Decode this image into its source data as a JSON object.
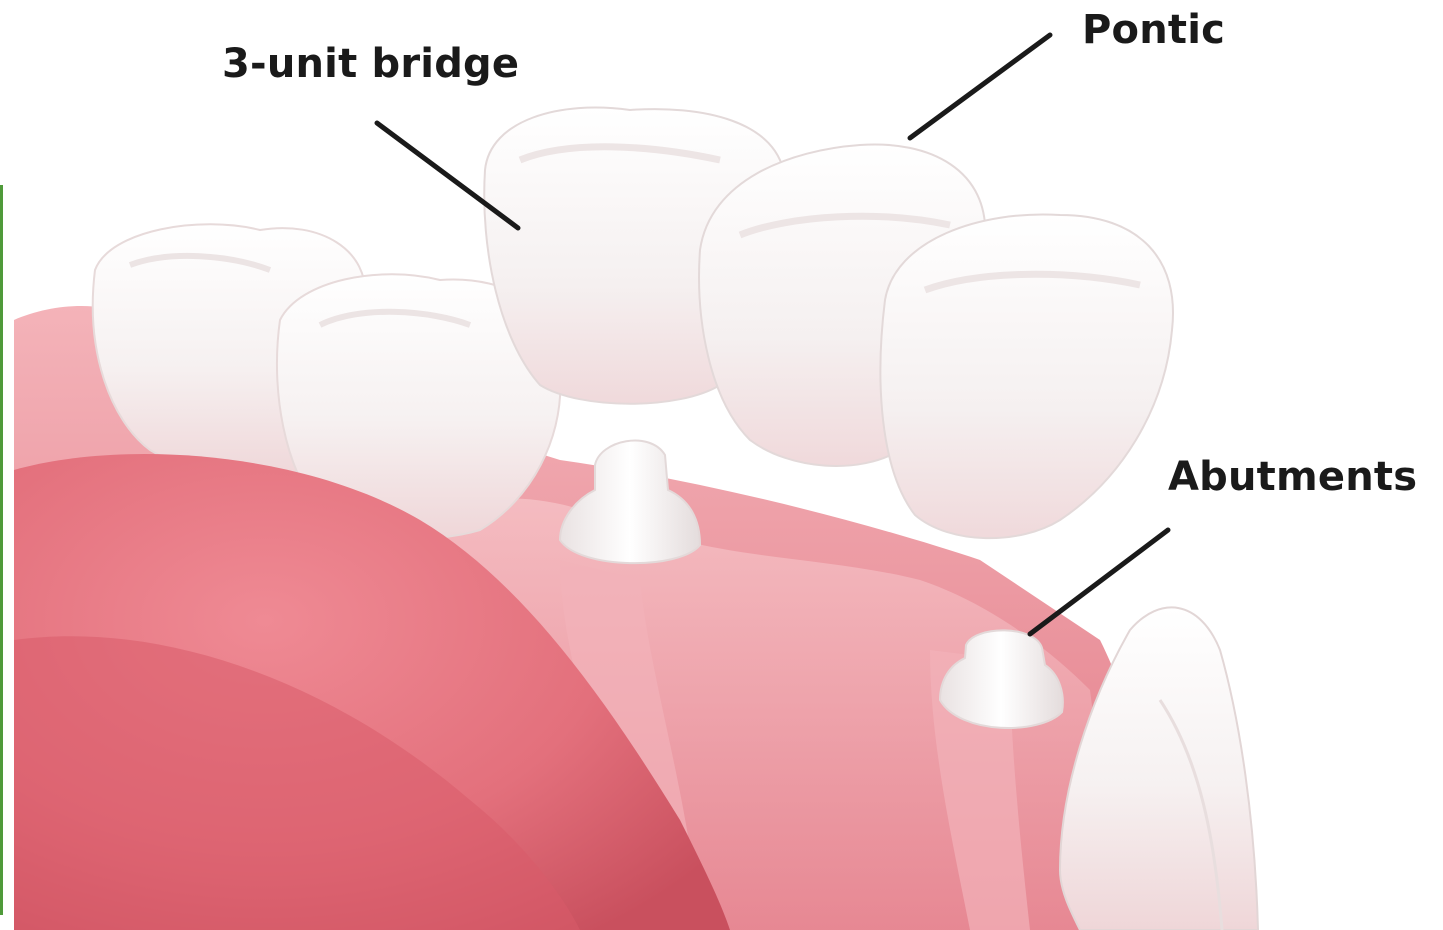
{
  "labels": {
    "bridge": "3-unit bridge",
    "pontic": "Pontic",
    "abutments": "Abutments"
  },
  "colors": {
    "label_text": "#1a1a1a",
    "leader_lines": "#1a1a1a",
    "gum": "#e9828c",
    "gum_light": "#f3b4ba",
    "tongue": "#e6737f",
    "tooth": "#f7f3f3",
    "tooth_shadow": "#e9dede",
    "left_edge_bar": "#4f9a3a"
  }
}
